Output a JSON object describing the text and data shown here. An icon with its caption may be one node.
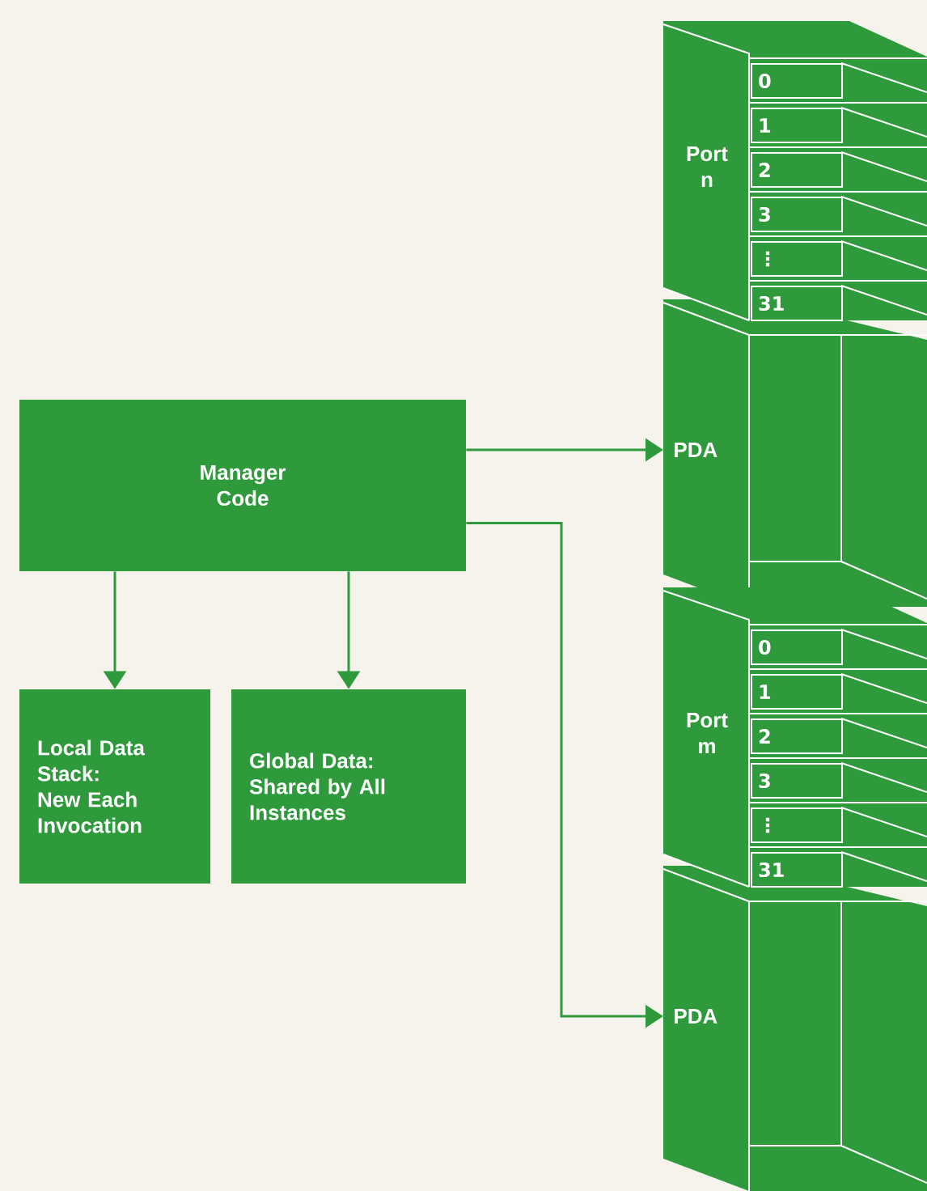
{
  "diagram": {
    "nodes": [
      {
        "text": [
          "Manager Code"
        ]
      },
      {
        "text": [
          "Local Data Stack: New Each Invocation"
        ]
      },
      {
        "text": [
          "Global Data: Shared by All Instances"
        ]
      },
      {
        "text": [
          "Port n"
        ]
      },
      {
        "text": [
          "0"
        ],
        "in": 3
      },
      {
        "text": [
          "1"
        ],
        "in": 3
      },
      {
        "text": [
          "2"
        ],
        "in": 3
      },
      {
        "text": [
          "3"
        ],
        "in": 3
      },
      {
        "text": [
          "⋮"
        ],
        "in": 3
      },
      {
        "text": [
          "31"
        ],
        "in": 3
      },
      {
        "text": [
          "PDA"
        ]
      },
      {
        "text": [
          "Port m"
        ]
      },
      {
        "text": [
          "0"
        ],
        "in": 11
      },
      {
        "text": [
          "1"
        ],
        "in": 11
      },
      {
        "text": [
          "2"
        ],
        "in": 11
      },
      {
        "text": [
          "3"
        ],
        "in": 11
      },
      {
        "text": [
          "⋮"
        ],
        "in": 11
      },
      {
        "text": [
          "31"
        ],
        "in": 11
      },
      {
        "text": [
          "PDA"
        ]
      }
    ],
    "edges": [
      {
        "from": 0,
        "to": 1,
        "arrow": "to"
      },
      {
        "from": 0,
        "to": 2,
        "arrow": "to"
      },
      {
        "from": 0,
        "to": 10,
        "arrow": "to"
      },
      {
        "from": 0,
        "to": 18,
        "arrow": "to"
      }
    ]
  }
}
